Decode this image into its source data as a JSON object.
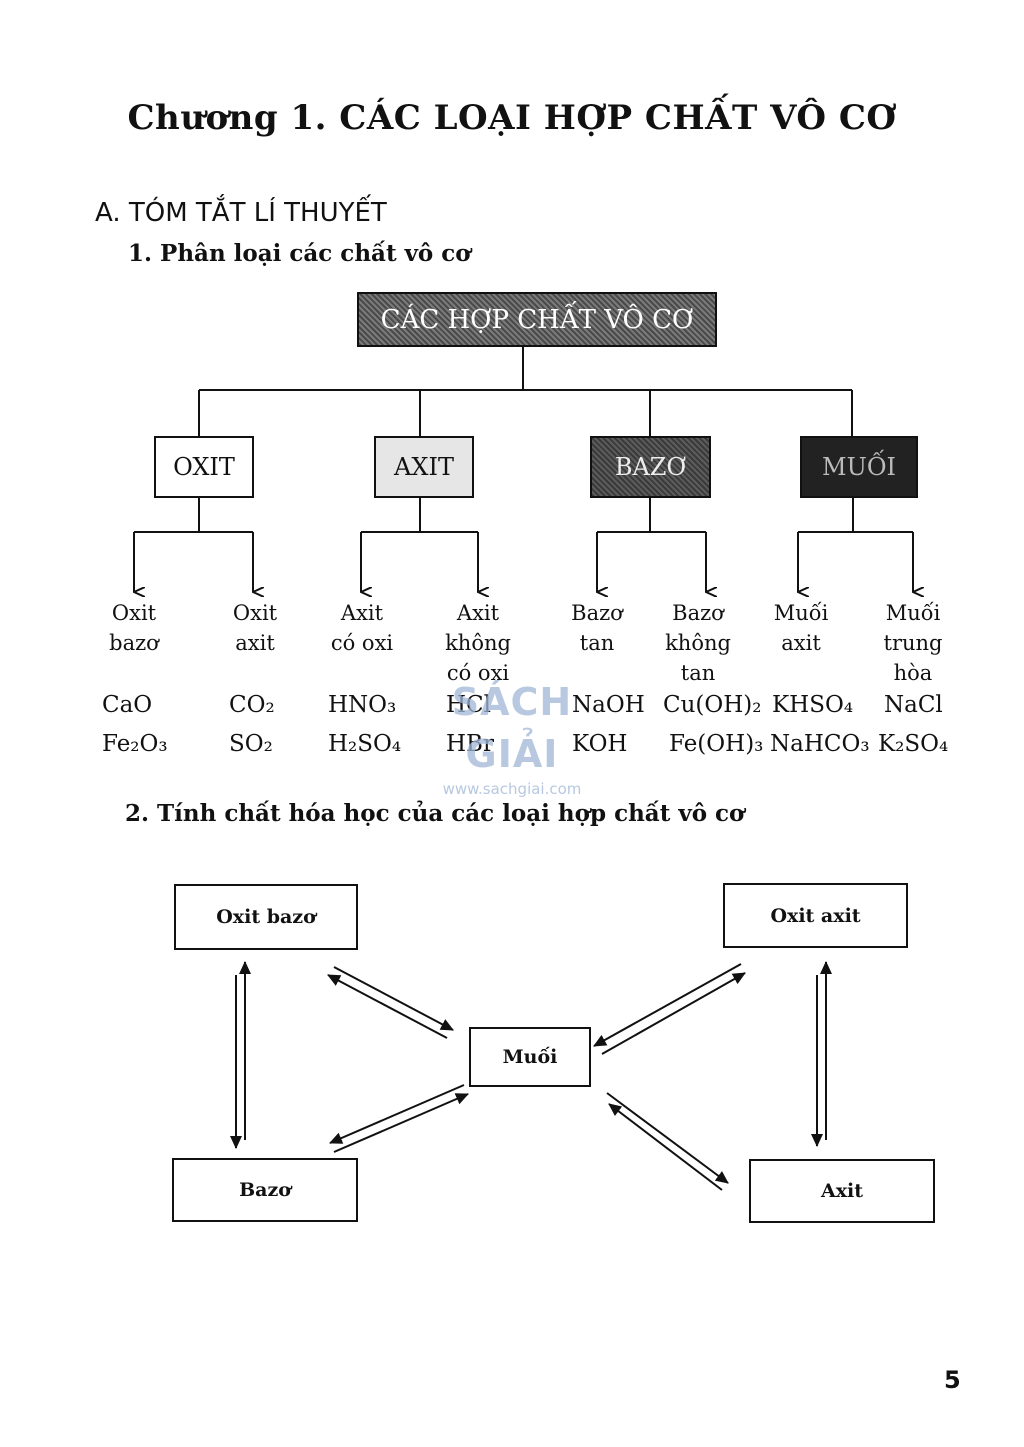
{
  "chapter_title": "Chương 1. CÁC LOẠI HỢP CHẤT VÔ CƠ",
  "section_a": "A. TÓM TẮT LÍ THUYẾT",
  "subsection_1": "1. Phân loại các chất vô cơ",
  "subsection_2": "2. Tính chất hóa học của các loại hợp chất vô cơ",
  "classification": {
    "root": "CÁC HỢP CHẤT VÔ CƠ",
    "categories": [
      {
        "label": "OXIT",
        "subtypes": [
          {
            "lines": [
              "Oxit",
              "bazơ"
            ],
            "formulas": [
              "CaO",
              "Fe₂O₃"
            ]
          },
          {
            "lines": [
              "Oxit",
              "axit"
            ],
            "formulas": [
              "CO₂",
              "SO₂"
            ]
          }
        ]
      },
      {
        "label": "AXIT",
        "subtypes": [
          {
            "lines": [
              "Axit",
              "có oxi"
            ],
            "formulas": [
              "HNO₃",
              "H₂SO₄"
            ]
          },
          {
            "lines": [
              "Axit",
              "không",
              "có oxi"
            ],
            "formulas": [
              "HCl",
              "HBr"
            ]
          }
        ]
      },
      {
        "label": "BAZƠ",
        "subtypes": [
          {
            "lines": [
              "Bazơ",
              "tan"
            ],
            "formulas": [
              "NaOH",
              "KOH"
            ]
          },
          {
            "lines": [
              "Bazơ",
              "không",
              "tan"
            ],
            "formulas": [
              "Cu(OH)₂",
              "Fe(OH)₃"
            ]
          }
        ]
      },
      {
        "label": "MUỐI",
        "subtypes": [
          {
            "lines": [
              "Muối",
              "axit"
            ],
            "formulas": [
              "KHSO₄",
              "NaHCO₃"
            ]
          },
          {
            "lines": [
              "Muối",
              "trung",
              "hòa"
            ],
            "formulas": [
              "NaCl",
              "K₂SO₄"
            ]
          }
        ]
      }
    ]
  },
  "properties_diagram": {
    "oxit_bazo": "Oxit bazơ",
    "oxit_axit": "Oxit axit",
    "muoi": "Muối",
    "bazo": "Bazơ",
    "axit": "Axit"
  },
  "watermark": {
    "logo": "SÁCH GIẢI",
    "url": "www.sachgiai.com"
  },
  "page_number": "5"
}
